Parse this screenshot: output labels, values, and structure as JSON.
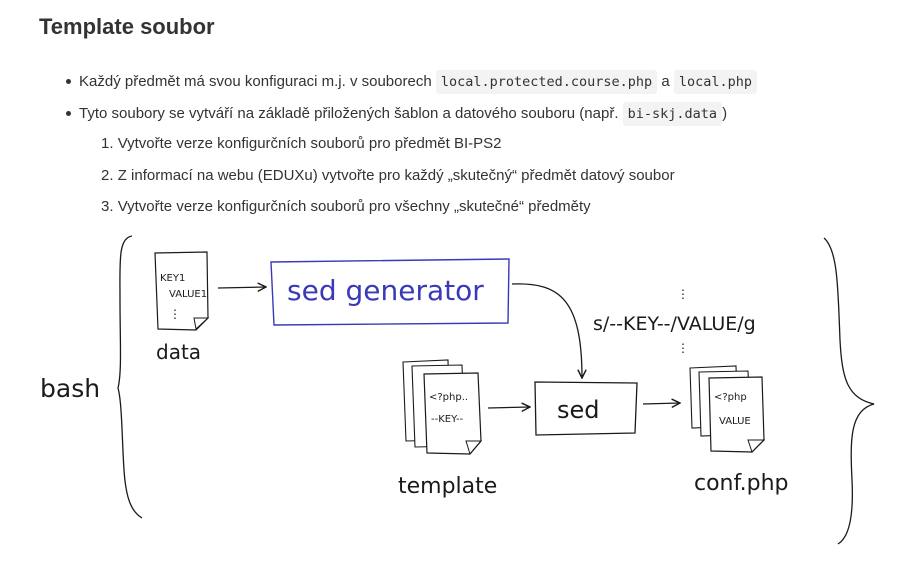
{
  "heading": "Template soubor",
  "bullets": [
    {
      "text_before": "Každý předmět má svou konfiguraci m.j. v souborech ",
      "code1": "local.protected.course.php",
      "between": " a ",
      "code2": "local.php"
    },
    {
      "text_before": "Tyto soubory se vytváří na základě přiložených šablon a datového souboru (např. ",
      "code": "bi-skj.data",
      "text_after": ")"
    }
  ],
  "steps": [
    {
      "num": "1.",
      "text": "Vytvořte verze konfigurčních souborů pro předmět BI-PS2"
    },
    {
      "num": "2.",
      "text": "Z informací na webu (EDUXu) vytvořte pro každý „skutečný“ předmět datový soubor"
    },
    {
      "num": "3.",
      "text": "Vytvořte verze konfigurčních souborů pro všechny „skutečné“ předměty"
    }
  ],
  "diagram": {
    "bash_label": "bash",
    "data_file": {
      "line1": "KEY1",
      "line2": "VALUE1",
      "line3": "⋮",
      "caption": "data"
    },
    "sed_generator_label": "sed generator",
    "sed_label": "sed",
    "sed_expression": "s/--KEY--/VALUE/g",
    "template_file": {
      "line1": "<?php..",
      "line2": "--KEY--",
      "caption": "template"
    },
    "conf_file": {
      "line1": "<?php",
      "line2": "VALUE",
      "caption": "conf.php"
    },
    "ink_color": "#1a1a1a",
    "generator_box_color": "#3a3ab8"
  }
}
